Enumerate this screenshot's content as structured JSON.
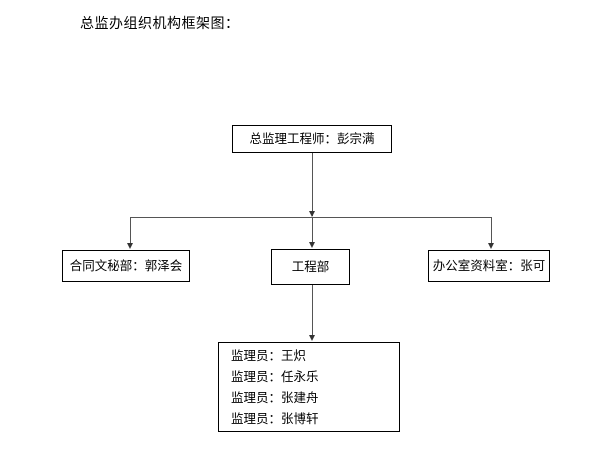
{
  "document": {
    "title": "总监办组织机构框架图："
  },
  "chart": {
    "type": "organization-chart",
    "nodes": {
      "director": {
        "label": "总监理工程师：彭宗满",
        "role": "总监理工程师",
        "name": "彭宗满",
        "level": 1
      },
      "contract_dept": {
        "label": "合同文秘部：郭泽会",
        "role": "合同文秘部",
        "name": "郭泽会",
        "level": 2
      },
      "engineering_dept": {
        "label": "工程部",
        "role": "工程部",
        "name": "",
        "level": 2
      },
      "office_archive": {
        "label": "办公室资料室：张可",
        "role": "办公室资料室",
        "name": "张可",
        "level": 2
      },
      "supervisors": {
        "level": 3,
        "lines": [
          "监理员：王炽",
          "监理员：任永乐",
          "监理员：张建舟",
          "监理员：张博轩"
        ]
      }
    },
    "edges": [
      {
        "from": "director",
        "to": "contract_dept",
        "style": "elbow-arrow"
      },
      {
        "from": "director",
        "to": "engineering_dept",
        "style": "straight-arrow"
      },
      {
        "from": "director",
        "to": "office_archive",
        "style": "elbow-arrow"
      },
      {
        "from": "engineering_dept",
        "to": "supervisors",
        "style": "straight-arrow"
      }
    ],
    "colors": {
      "background": "#ffffff",
      "box_border": "#000000",
      "text": "#000000",
      "connector": "#555555",
      "arrow_head": "#333333"
    }
  }
}
